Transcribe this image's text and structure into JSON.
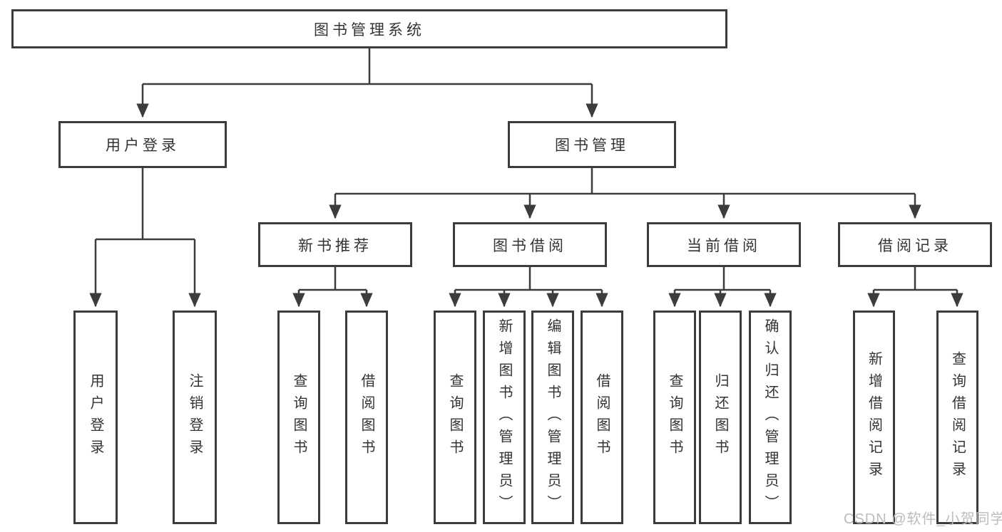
{
  "colors": {
    "line": "#3c3c3c",
    "text": "#333333",
    "watermark": "#bcbcbc"
  },
  "tree": {
    "label": "图书管理系统",
    "children": [
      {
        "label": "用户登录",
        "children": [
          {
            "label": "用户登录"
          },
          {
            "label": "注销登录"
          }
        ]
      },
      {
        "label": "图书管理",
        "children": [
          {
            "label": "新书推荐",
            "children": [
              {
                "label": "查询图书"
              },
              {
                "label": "借阅图书"
              }
            ]
          },
          {
            "label": "图书借阅",
            "children": [
              {
                "label": "查询图书"
              },
              {
                "label": "新增图书（管理员）"
              },
              {
                "label": "编辑图书（管理员）"
              },
              {
                "label": "借阅图书"
              }
            ]
          },
          {
            "label": "当前借阅",
            "children": [
              {
                "label": "查询图书"
              },
              {
                "label": "归还图书"
              },
              {
                "label": "确认归还（管理员）"
              }
            ]
          },
          {
            "label": "借阅记录",
            "children": [
              {
                "label": "新增借阅记录"
              },
              {
                "label": "查询借阅记录"
              }
            ]
          }
        ]
      }
    ]
  },
  "watermark": {
    "text": "CSDN @软件_小贺同学"
  }
}
